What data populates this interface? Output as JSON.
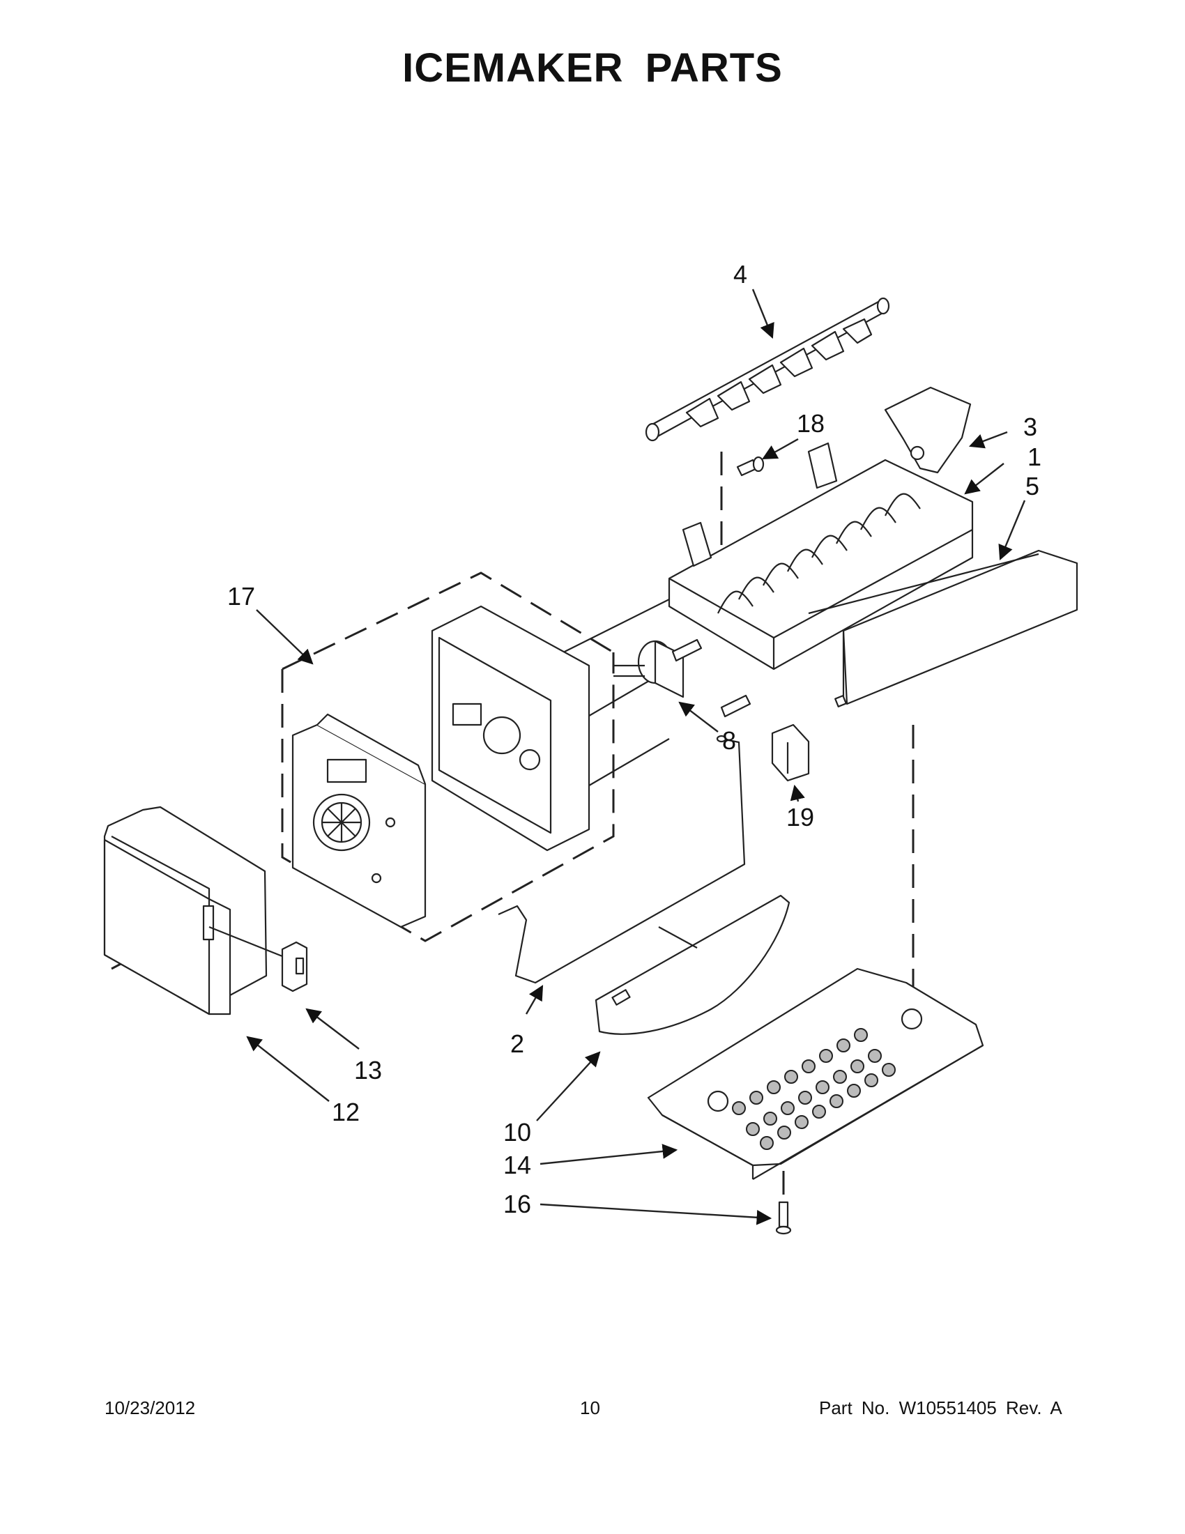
{
  "page": {
    "title": "ICEMAKER  PARTS",
    "footer": {
      "date": "10/23/2012",
      "page_number": "10",
      "part_number": "Part No.  W10551405  Rev.  A"
    }
  },
  "callouts": [
    "4",
    "18",
    "3",
    "1",
    "5",
    "17",
    "8",
    "19",
    "2",
    "13",
    "12",
    "10",
    "14",
    "16"
  ]
}
